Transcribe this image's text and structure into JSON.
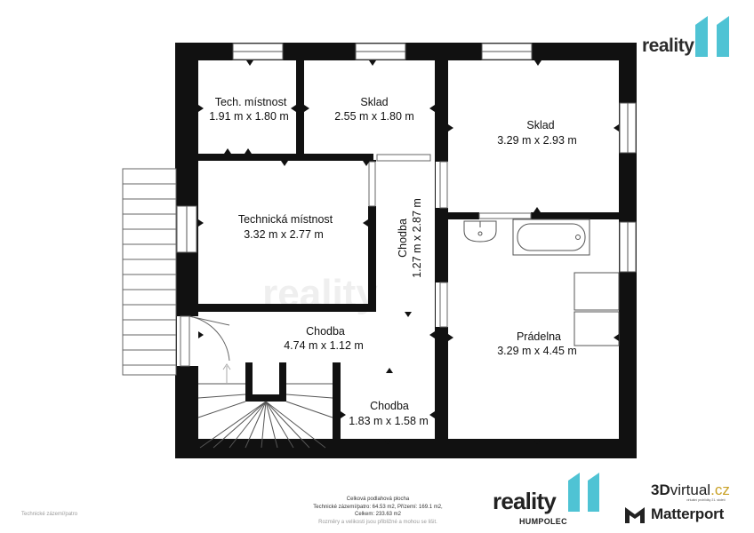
{
  "brand": {
    "top_logo_word": "reality",
    "bottom_logo_word": "reality",
    "bottom_logo_city": "HUMPOLEC",
    "virtual_d": "3D",
    "virtual_rest": "virtual",
    "virtual_tld": ".cz",
    "virtual_tagline": "virtuální prohlídky 21. století",
    "matterport": "Matterport",
    "watermark": "reality",
    "accent_color": "#4fc3d4"
  },
  "rooms": [
    {
      "id": "tech-small",
      "name": "Tech. místnost",
      "dims": "1.91 m x 1.80 m"
    },
    {
      "id": "sklad-1",
      "name": "Sklad",
      "dims": "2.55 m x 1.80 m"
    },
    {
      "id": "sklad-2",
      "name": "Sklad",
      "dims": "3.29 m x 2.93 m"
    },
    {
      "id": "technicka",
      "name": "Technická místnost",
      "dims": "3.32 m x 2.77 m"
    },
    {
      "id": "chodba-vertical",
      "name": "Chodba",
      "dims": "1.27 m x 2.87 m"
    },
    {
      "id": "chodba-main",
      "name": "Chodba",
      "dims": "4.74 m x 1.12 m"
    },
    {
      "id": "chodba-small",
      "name": "Chodba",
      "dims": "1.83 m x 1.58 m"
    },
    {
      "id": "pradelna",
      "name": "Prádelna",
      "dims": "3.29 m x 4.45 m"
    }
  ],
  "footer": {
    "line1": "Celková podlahová plocha",
    "line2": "Technické zázemí/patro: 64.53 m2, Přízemí: 169.1 m2,",
    "line3": "Celkem: 233.63 m2",
    "line4": "Rozměry a velikosti jsou přibližné a mohou se lišit.",
    "left_note": "Technické zázemí/patro"
  }
}
